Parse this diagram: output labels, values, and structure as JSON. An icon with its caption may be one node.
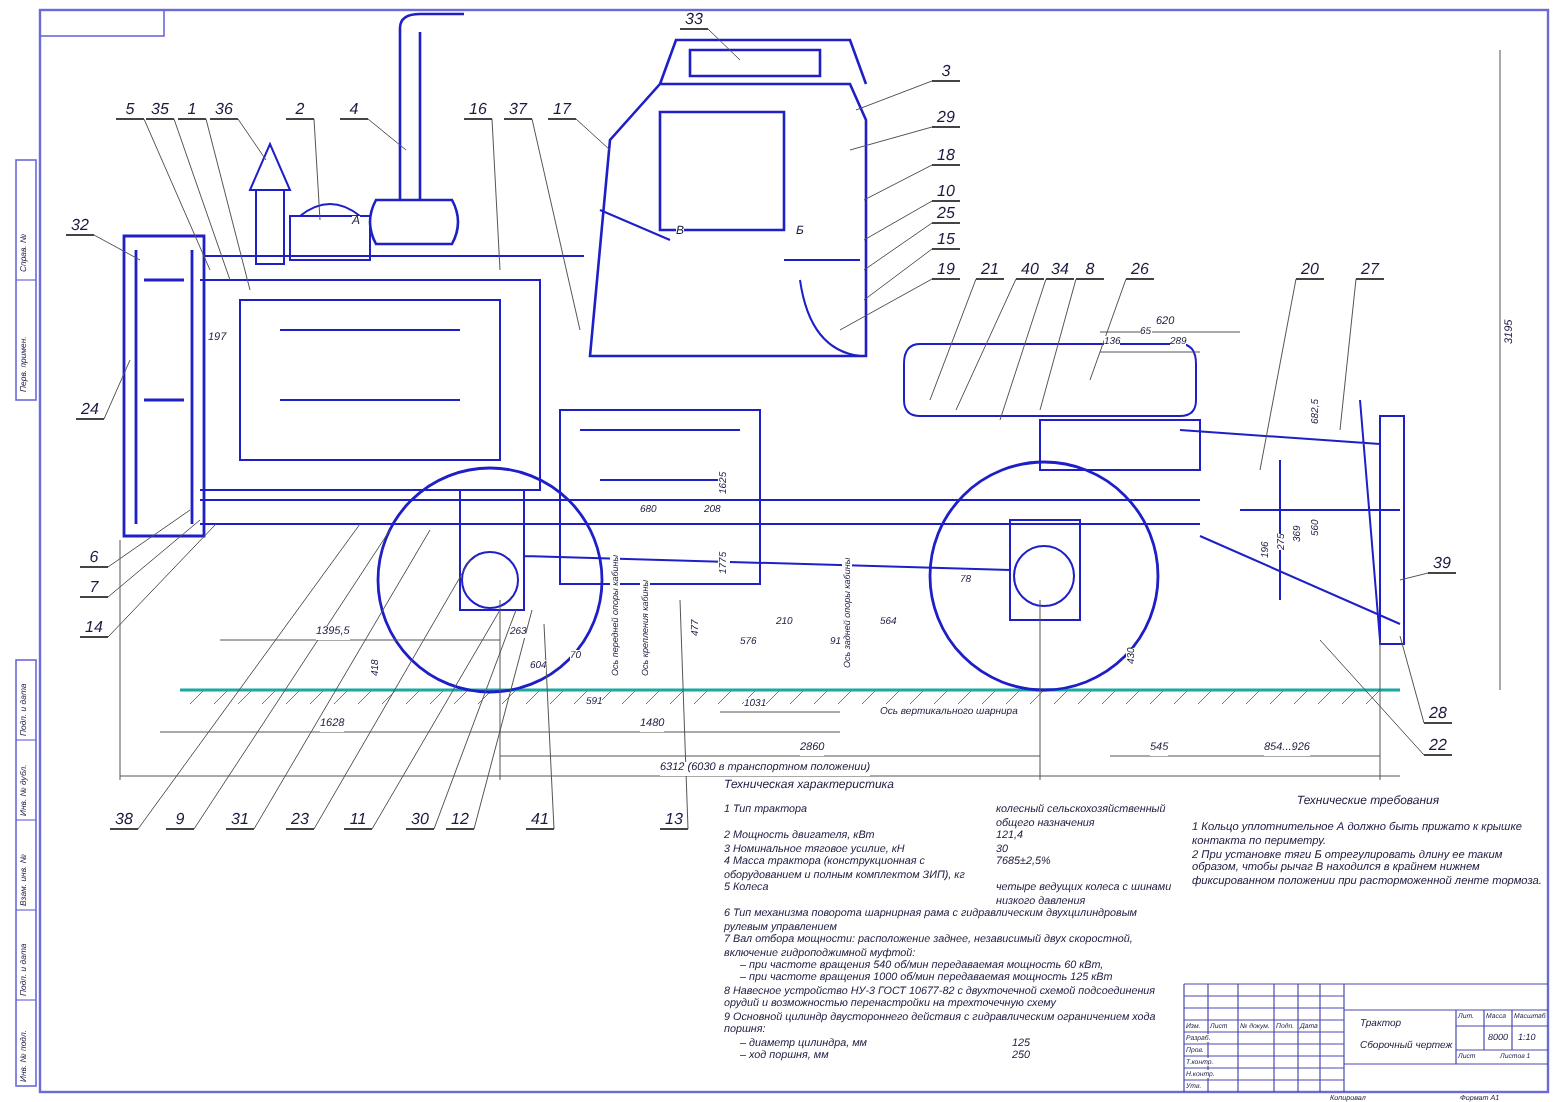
{
  "diagram": {
    "nodes": [
      {
        "text": [
          "33"
        ]
      },
      {
        "text": [
          "5"
        ]
      },
      {
        "text": [
          "35"
        ]
      },
      {
        "text": [
          "1"
        ]
      },
      {
        "text": [
          "36"
        ]
      },
      {
        "text": [
          "2"
        ]
      },
      {
        "text": [
          "4"
        ]
      },
      {
        "text": [
          "16"
        ]
      },
      {
        "text": [
          "37"
        ]
      },
      {
        "text": [
          "17"
        ]
      },
      {
        "text": [
          "3"
        ]
      },
      {
        "text": [
          "29"
        ]
      },
      {
        "text": [
          "18"
        ]
      },
      {
        "text": [
          "10"
        ]
      },
      {
        "text": [
          "25"
        ]
      },
      {
        "text": [
          "32"
        ]
      },
      {
        "text": [
          "15"
        ]
      },
      {
        "text": [
          "19"
        ]
      },
      {
        "text": [
          "21"
        ]
      },
      {
        "text": [
          "40"
        ]
      },
      {
        "text": [
          "34"
        ]
      },
      {
        "text": [
          "8"
        ]
      },
      {
        "text": [
          "26"
        ]
      },
      {
        "text": [
          "20"
        ]
      },
      {
        "text": [
          "27"
        ]
      },
      {
        "text": [
          "24"
        ]
      },
      {
        "text": [
          "6"
        ]
      },
      {
        "text": [
          "7"
        ]
      },
      {
        "text": [
          "14"
        ]
      },
      {
        "text": [
          "39"
        ]
      },
      {
        "text": [
          "28"
        ]
      },
      {
        "text": [
          "22"
        ]
      },
      {
        "text": [
          "38"
        ]
      },
      {
        "text": [
          "9"
        ]
      },
      {
        "text": [
          "31"
        ]
      },
      {
        "text": [
          "23"
        ]
      },
      {
        "text": [
          "11"
        ]
      },
      {
        "text": [
          "30"
        ]
      },
      {
        "text": [
          "12"
        ]
      },
      {
        "text": [
          "41"
        ]
      },
      {
        "text": [
          "13"
        ]
      }
    ],
    "edges": [
      {
        "from": 0,
        "to": null,
        "arrow": "none"
      },
      {
        "from": 1,
        "to": null,
        "arrow": "none"
      },
      {
        "from": 2,
        "to": null,
        "arrow": "none"
      },
      {
        "from": 3,
        "to": null,
        "arrow": "none"
      },
      {
        "from": 4,
        "to": null,
        "arrow": "none"
      },
      {
        "from": 5,
        "to": null,
        "arrow": "none"
      },
      {
        "from": 6,
        "to": null,
        "arrow": "none"
      },
      {
        "from": 7,
        "to": null,
        "arrow": "none"
      },
      {
        "from": 8,
        "to": null,
        "arrow": "none"
      },
      {
        "from": 9,
        "to": null,
        "arrow": "none"
      },
      {
        "from": 10,
        "to": null,
        "arrow": "none"
      },
      {
        "from": 11,
        "to": null,
        "arrow": "none"
      },
      {
        "from": 12,
        "to": null,
        "arrow": "none"
      },
      {
        "from": 13,
        "to": null,
        "arrow": "none"
      },
      {
        "from": 14,
        "to": null,
        "arrow": "none"
      },
      {
        "from": 15,
        "to": null,
        "arrow": "none"
      },
      {
        "from": 16,
        "to": null,
        "arrow": "none"
      },
      {
        "from": 17,
        "to": null,
        "arrow": "none"
      },
      {
        "from": 18,
        "to": null,
        "arrow": "none"
      },
      {
        "from": 19,
        "to": null,
        "arrow": "none"
      },
      {
        "from": 20,
        "to": null,
        "arrow": "none"
      },
      {
        "from": 21,
        "to": null,
        "arrow": "none"
      },
      {
        "from": 22,
        "to": null,
        "arrow": "none"
      },
      {
        "from": 23,
        "to": null,
        "arrow": "none"
      },
      {
        "from": 24,
        "to": null,
        "arrow": "none"
      },
      {
        "from": 25,
        "to": null,
        "arrow": "none"
      },
      {
        "from": 26,
        "to": null,
        "arrow": "none"
      },
      {
        "from": 27,
        "to": null,
        "arrow": "none"
      },
      {
        "from": 28,
        "to": null,
        "arrow": "none"
      },
      {
        "from": 29,
        "to": null,
        "arrow": "none"
      },
      {
        "from": 30,
        "to": null,
        "arrow": "none"
      },
      {
        "from": 31,
        "to": null,
        "arrow": "none"
      },
      {
        "from": 32,
        "to": null,
        "arrow": "none"
      },
      {
        "from": 33,
        "to": null,
        "arrow": "none"
      },
      {
        "from": 34,
        "to": null,
        "arrow": "none"
      },
      {
        "from": 35,
        "to": null,
        "arrow": "none"
      },
      {
        "from": 36,
        "to": null,
        "arrow": "none"
      },
      {
        "from": 37,
        "to": null,
        "arrow": "none"
      },
      {
        "from": 38,
        "to": null,
        "arrow": "none"
      },
      {
        "from": 39,
        "to": null,
        "arrow": "none"
      },
      {
        "from": 40,
        "to": null,
        "arrow": "none"
      }
    ],
    "labels": [
      "А",
      "В",
      "Б",
      "197",
      "620",
      "136",
      "65",
      "289",
      "3195",
      "682,5",
      "196",
      "275",
      "369",
      "560",
      "1625",
      "680",
      "208",
      "1775",
      "477",
      "576",
      "210",
      "564",
      "91",
      "78",
      "430",
      "1395,5",
      "263",
      "604",
      "418",
      "70",
      "591",
      "1628",
      "1480",
      "1031",
      "2860",
      "545",
      "854...926",
      "6312 (6030 в транспортном положении)",
      "Ось передней опоры кабины",
      "Ось крепления кабины",
      "Ось задней опоры кабины",
      "Ось вертикального шарнира",
      "Техническая характеристика",
      "1 Тип трактора",
      "колесный сельскохозяйственный общего назначения",
      "2 Мощность двигателя, кВт",
      "121,4",
      "3 Номинальное тяговое усилие, кН",
      "30",
      "4 Масса трактора (конструкционная с оборудованием и полным комплектом ЗИП), кг",
      "7685±2,5%",
      "5 Колеса",
      "четыре ведущих колеса с шинами низкого давления",
      "6 Тип механизма поворота шарнирная рама с гидравлическим двухцилиндровым рулевым управлением",
      "7 Вал отбора мощности: расположение заднее, независимый двух скоростной, включение гидроподжимной муфтой:",
      "– при частоте вращения 540 об/мин передаваемая мощность 60 кВт,",
      "– при частоте вращения 1000 об/мин передаваемая мощность 125 кВт",
      "8 Навесное устройство НУ-3 ГОСТ 10677-82 с двухточечной схемой подсоединения орудий и возможностью перенастройки на трехточечную схему",
      "9 Основной цилиндр двустороннего действия с гидравлическим ограничением хода поршня:",
      "– диаметр цилиндра, мм",
      "125",
      "– ход поршня, мм",
      "250",
      "Технические требования",
      "1 Кольцо уплотнительное А должно быть прижато к крышке контакта по периметру.",
      "2 При установке тяги Б отрегулировать длину ее таким образом, чтобы рычаг В находился в крайнем нижнем фиксированном положении при расторможенной ленте тормоза.",
      "Изм.",
      "Лист",
      "№ докум.",
      "Подп.",
      "Дата",
      "Разраб.",
      "Пров.",
      "Т.контр.",
      "Н.контр.",
      "Утв.",
      "Трактор",
      "Сборочный чертеж",
      "Лит.",
      "Масса",
      "Масштаб",
      "8000",
      "1:10",
      "Лист",
      "Листов 1",
      "Копировал",
      "Формат А1",
      "Перв. примен.",
      "Справ. №",
      "Инв. № подл.",
      "Подп. и дата",
      "Взам. инв. №",
      "Инв. № дубл.",
      "Подп. и дата"
    ]
  }
}
